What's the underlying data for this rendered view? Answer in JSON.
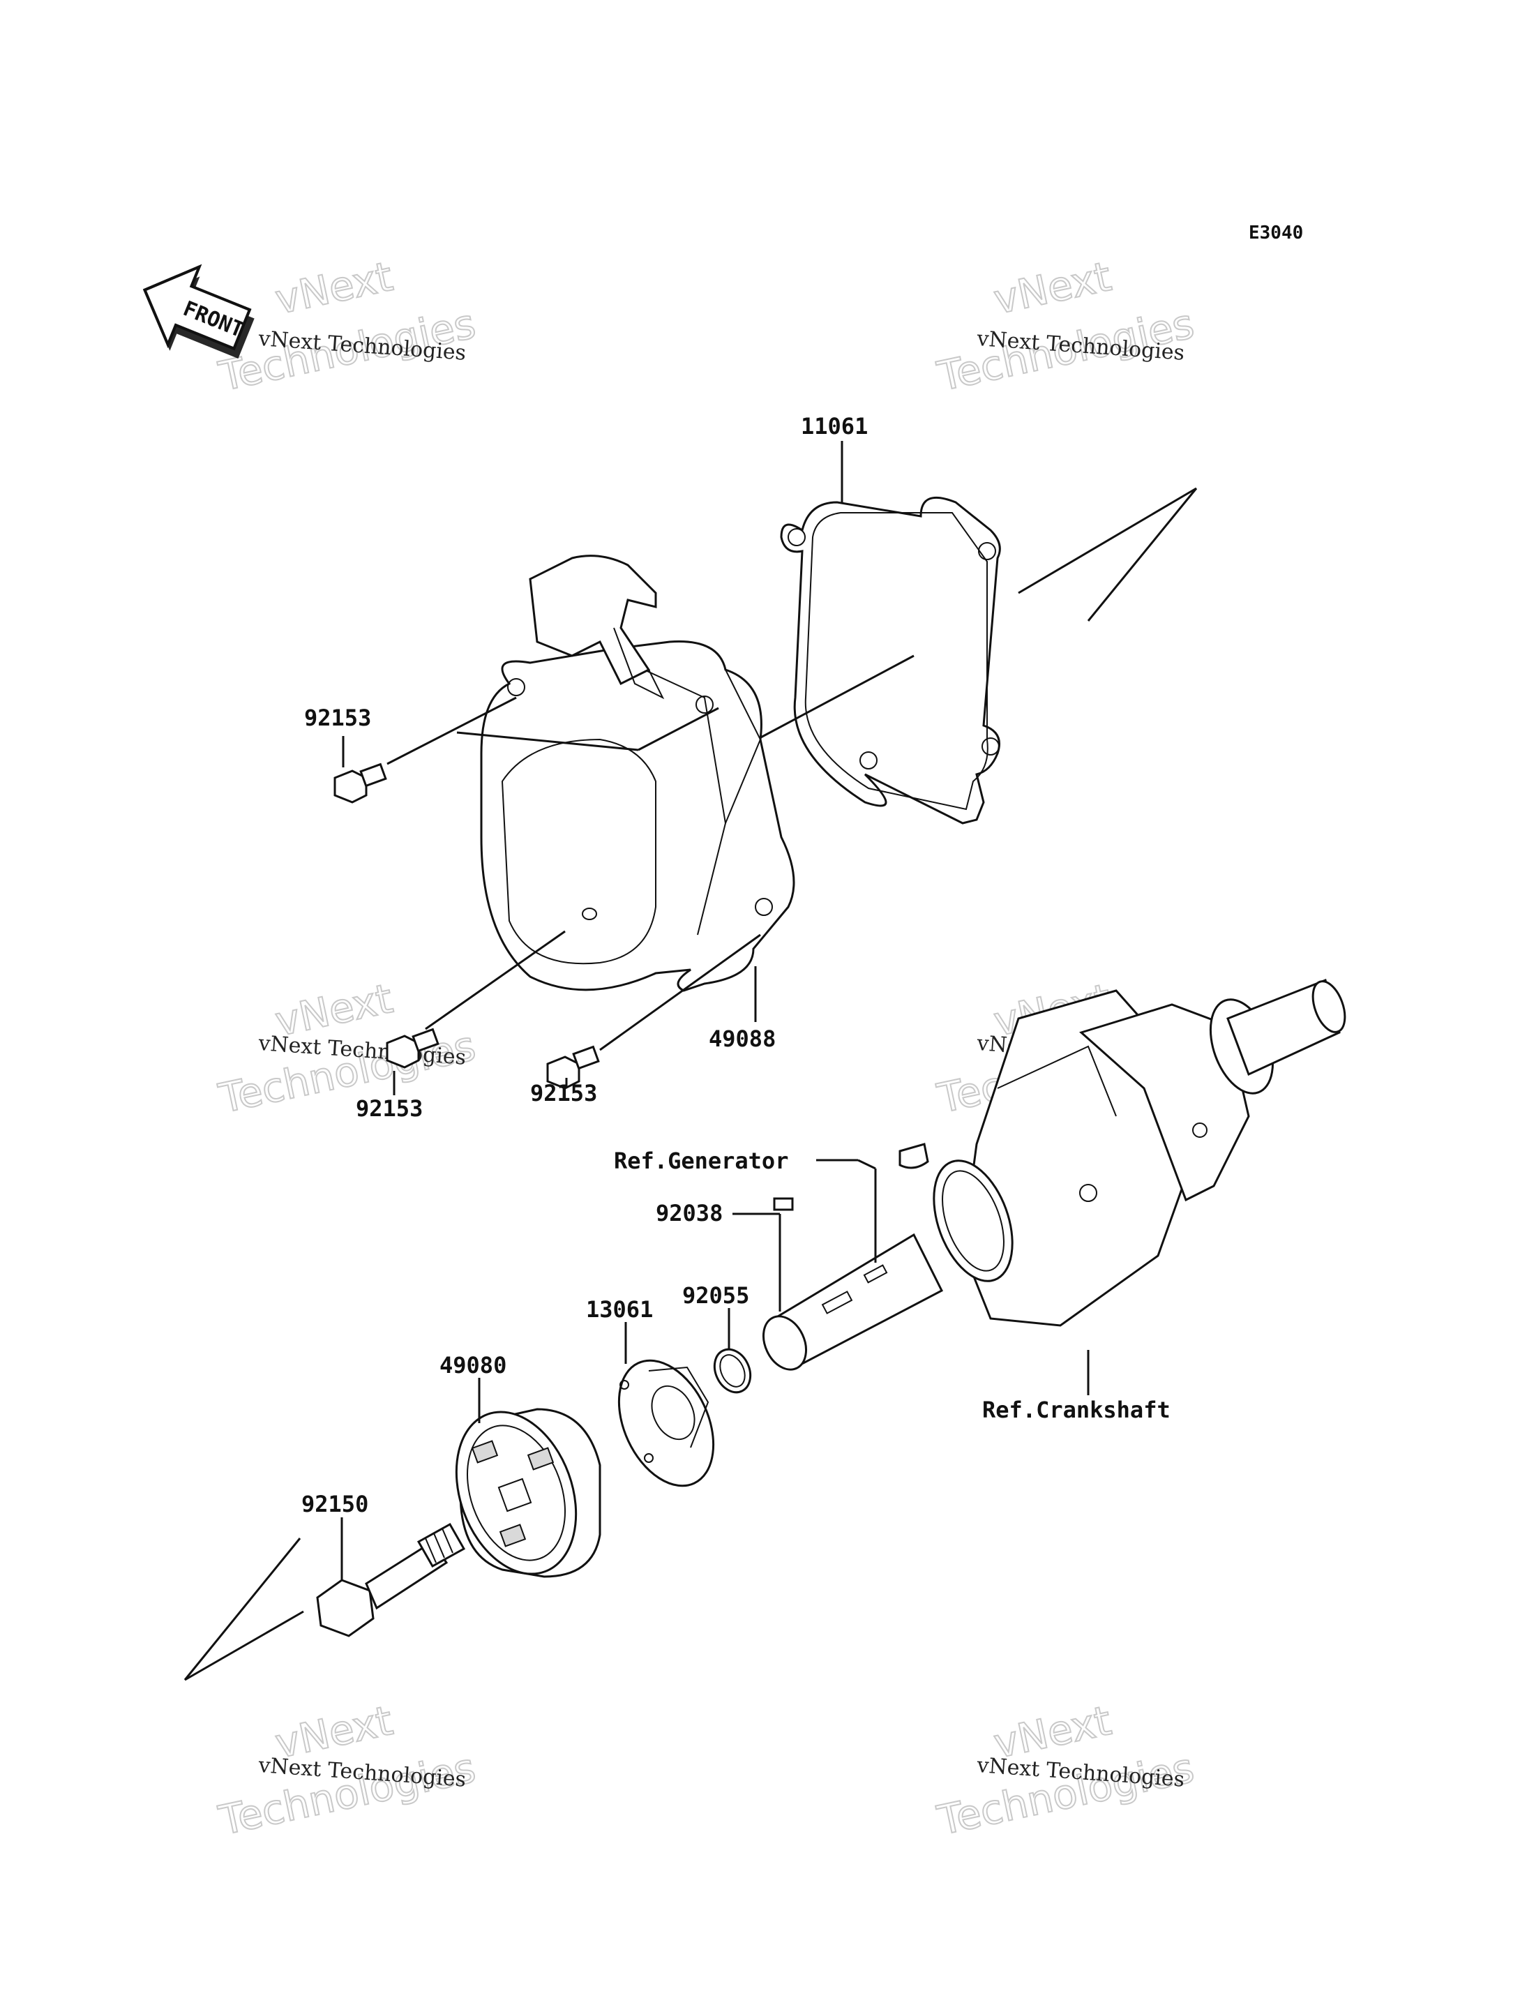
{
  "diagram_code": "E3040",
  "front_label": "FRONT",
  "watermark": {
    "text_small": "vNext Technologies",
    "text_line1": "vNext",
    "text_line2": "Technologies"
  },
  "callouts": {
    "gasket": "11061",
    "cover": "49088",
    "bolt_upper": "92153",
    "bolt_lower_left": "92153",
    "bolt_lower_right": "92153",
    "ref_generator": "Ref.Generator",
    "key": "92038",
    "oring": "92055",
    "plate": "13061",
    "pulley": "49080",
    "center_bolt": "92150",
    "ref_crankshaft": "Ref.Crankshaft"
  },
  "icons": {
    "front": "front-arrow-icon"
  },
  "colors": {
    "ink": "#111111",
    "watermark": "#c9c9c9"
  }
}
